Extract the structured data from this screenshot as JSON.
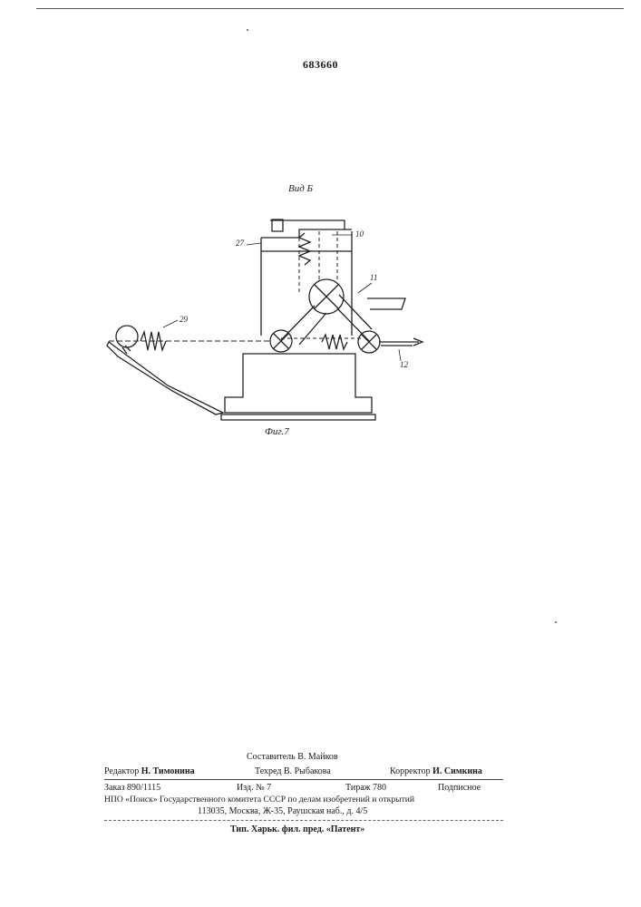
{
  "patent_number": "683660",
  "figure": {
    "view_label": "Вид Б",
    "caption": "Фиг.7",
    "callouts": [
      "27",
      "10",
      "11",
      "29",
      "12"
    ]
  },
  "colophon": {
    "compiler": "Составитель В. Майков",
    "editor_label": "Редактор",
    "editor_name": "Н. Тимонина",
    "techred": "Техред В. Рыбакова",
    "corrector_label": "Корректор",
    "corrector_name": "И. Симкина",
    "order": "Заказ 890/1115",
    "issue": "Изд. № 7",
    "circulation": "Тираж 780",
    "subscription": "Подписное",
    "publisher_line": "НПО «Поиск» Государственного комитета СССР по делам изобретений и открытий",
    "address_line": "113035, Москва, Ж-35, Раушская наб., д. 4/5",
    "printer_line": "Тип. Харьк. фил. пред. «Патент»"
  }
}
